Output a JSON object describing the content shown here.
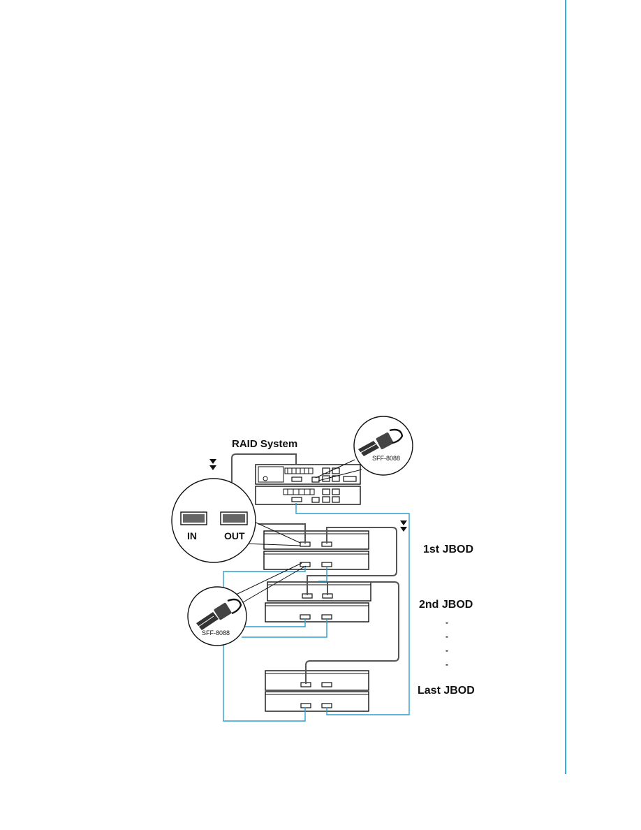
{
  "colors": {
    "accent": "#27b6e6",
    "cable_blue": "#2a9fd0",
    "cable_gray": "#555555",
    "ink": "#111111"
  },
  "diagram": {
    "title": "RAID System",
    "connector_top": "SFF-8088",
    "connector_bottom": "SFF-8088",
    "port_in": "IN",
    "port_out": "OUT",
    "jbods": [
      {
        "label": "1st JBOD"
      },
      {
        "label": "2nd JBOD"
      },
      {
        "label": "Last JBOD"
      }
    ],
    "continuation": [
      "-",
      "-",
      "-",
      "-"
    ]
  }
}
